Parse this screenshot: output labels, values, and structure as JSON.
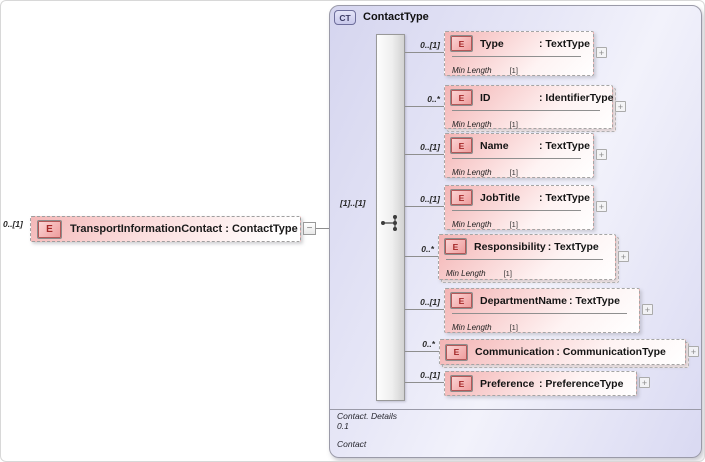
{
  "root_element": {
    "cardinality": "0..[1]",
    "icon": "E",
    "label": "TransportInformationContact : ContactType",
    "collapse_glyph": "−"
  },
  "complex_type": {
    "badge": "CT",
    "title": "ContactType",
    "compositor": "sequence",
    "compositor_cardinality": "[1]..[1]",
    "expand_glyph": "+",
    "children": [
      {
        "cardinality": "0..[1]",
        "icon": "E",
        "name": "Type",
        "type": ": TextType",
        "facet_name": "Min Length",
        "facet_value": "[1]",
        "multi": false
      },
      {
        "cardinality": "0..*",
        "icon": "E",
        "name": "ID",
        "type": ": IdentifierType",
        "facet_name": "Min Length",
        "facet_value": "[1]",
        "multi": true
      },
      {
        "cardinality": "0..[1]",
        "icon": "E",
        "name": "Name",
        "type": ": TextType",
        "facet_name": "Min Length",
        "facet_value": "[1]",
        "multi": false
      },
      {
        "cardinality": "0..[1]",
        "icon": "E",
        "name": "JobTitle",
        "type": ": TextType",
        "facet_name": "Min Length",
        "facet_value": "[1]",
        "multi": false
      },
      {
        "cardinality": "0..*",
        "icon": "E",
        "name": "Responsibility",
        "type": ": TextType",
        "facet_name": "Min Length",
        "facet_value": "[1]",
        "multi": true
      },
      {
        "cardinality": "0..[1]",
        "icon": "E",
        "name": "DepartmentName",
        "type": ": TextType",
        "facet_name": "Min Length",
        "facet_value": "[1]",
        "multi": false
      },
      {
        "cardinality": "0..*",
        "icon": "E",
        "name": "Communication",
        "type": ": CommunicationType",
        "facet_name": null,
        "facet_value": null,
        "multi": true
      },
      {
        "cardinality": "0..[1]",
        "icon": "E",
        "name": "Preference",
        "type": ": PreferenceType",
        "facet_name": null,
        "facet_value": null,
        "multi": false
      }
    ],
    "footer": {
      "annotation": "Contact. Details",
      "occurrence": "0.1",
      "name": "Contact"
    }
  },
  "colors": {
    "element_pink": "#f3b4b4",
    "element_icon_red": "#a22626",
    "container_lavender": "#d9d9f2",
    "border_gray": "#9a9a9a",
    "line_gray": "#8e8e8e"
  }
}
